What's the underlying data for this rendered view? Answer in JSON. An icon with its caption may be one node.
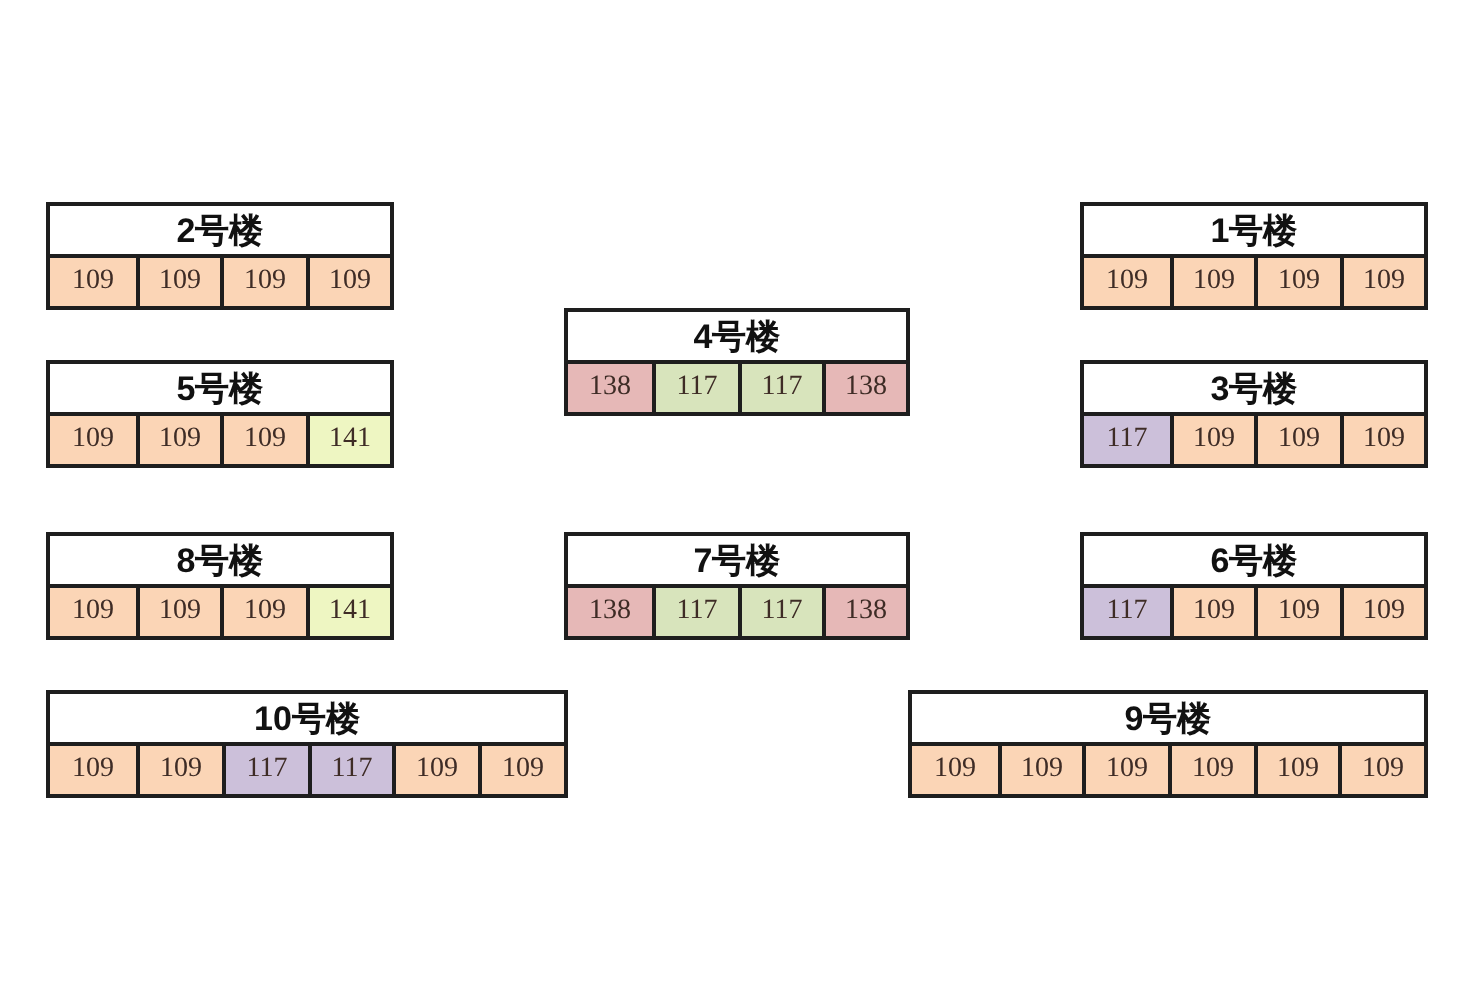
{
  "diagram": {
    "nodes": [
      {
        "text": [
          "2号楼"
        ]
      },
      {
        "text": [
          "109"
        ],
        "in": 0
      },
      {
        "text": [
          "109"
        ],
        "in": 0
      },
      {
        "text": [
          "109"
        ],
        "in": 0
      },
      {
        "text": [
          "109"
        ],
        "in": 0
      },
      {
        "text": [
          "1号楼"
        ]
      },
      {
        "text": [
          "109"
        ],
        "in": 5
      },
      {
        "text": [
          "109"
        ],
        "in": 5
      },
      {
        "text": [
          "109"
        ],
        "in": 5
      },
      {
        "text": [
          "109"
        ],
        "in": 5
      },
      {
        "text": [
          "4号楼"
        ]
      },
      {
        "text": [
          "138"
        ],
        "in": 10
      },
      {
        "text": [
          "117"
        ],
        "in": 10
      },
      {
        "text": [
          "117"
        ],
        "in": 10
      },
      {
        "text": [
          "138"
        ],
        "in": 10
      },
      {
        "text": [
          "5号楼"
        ]
      },
      {
        "text": [
          "109"
        ],
        "in": 15
      },
      {
        "text": [
          "109"
        ],
        "in": 15
      },
      {
        "text": [
          "109"
        ],
        "in": 15
      },
      {
        "text": [
          "141"
        ],
        "in": 15
      },
      {
        "text": [
          "3号楼"
        ]
      },
      {
        "text": [
          "117"
        ],
        "in": 20
      },
      {
        "text": [
          "109"
        ],
        "in": 20
      },
      {
        "text": [
          "109"
        ],
        "in": 20
      },
      {
        "text": [
          "109"
        ],
        "in": 20
      },
      {
        "text": [
          "8号楼"
        ]
      },
      {
        "text": [
          "109"
        ],
        "in": 25
      },
      {
        "text": [
          "109"
        ],
        "in": 25
      },
      {
        "text": [
          "109"
        ],
        "in": 25
      },
      {
        "text": [
          "141"
        ],
        "in": 25
      },
      {
        "text": [
          "7号楼"
        ]
      },
      {
        "text": [
          "138"
        ],
        "in": 30
      },
      {
        "text": [
          "117"
        ],
        "in": 30
      },
      {
        "text": [
          "117"
        ],
        "in": 30
      },
      {
        "text": [
          "138"
        ],
        "in": 30
      },
      {
        "text": [
          "6号楼"
        ]
      },
      {
        "text": [
          "117"
        ],
        "in": 35
      },
      {
        "text": [
          "109"
        ],
        "in": 35
      },
      {
        "text": [
          "109"
        ],
        "in": 35
      },
      {
        "text": [
          "109"
        ],
        "in": 35
      },
      {
        "text": [
          "10号楼"
        ]
      },
      {
        "text": [
          "109"
        ],
        "in": 40
      },
      {
        "text": [
          "109"
        ],
        "in": 40
      },
      {
        "text": [
          "117"
        ],
        "in": 40
      },
      {
        "text": [
          "117"
        ],
        "in": 40
      },
      {
        "text": [
          "109"
        ],
        "in": 40
      },
      {
        "text": [
          "109"
        ],
        "in": 40
      },
      {
        "text": [
          "9号楼"
        ]
      },
      {
        "text": [
          "109"
        ],
        "in": 47
      },
      {
        "text": [
          "109"
        ],
        "in": 47
      },
      {
        "text": [
          "109"
        ],
        "in": 47
      },
      {
        "text": [
          "109"
        ],
        "in": 47
      },
      {
        "text": [
          "109"
        ],
        "in": 47
      },
      {
        "text": [
          "109"
        ],
        "in": 47
      }
    ]
  }
}
